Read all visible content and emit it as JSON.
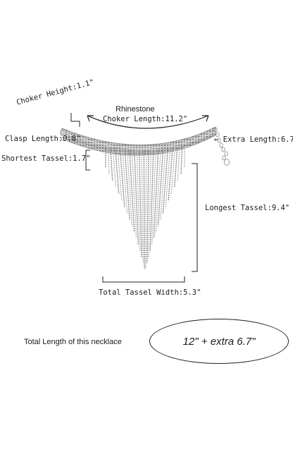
{
  "labels": {
    "choker_height": "Choker Height:1.1\"",
    "rhinestone": "Rhinestone",
    "choker_length": "Choker Length:11.2\"",
    "clasp_length": "Clasp Length:0.8\"",
    "extra_length": "← Extra Length:6.7\"",
    "shortest_tassel": "Shortest Tassel:1.7\"",
    "longest_tassel": "Longest Tassel:9.4\"",
    "total_tassel_width": "Total Tassel Width:5.3\""
  },
  "total": {
    "label": "Total Length of this necklace",
    "value": "12\" + extra 6.7\""
  },
  "colors": {
    "line": "#222222",
    "metal": "#b9b9b9",
    "metal_dark": "#8a8a8a"
  }
}
